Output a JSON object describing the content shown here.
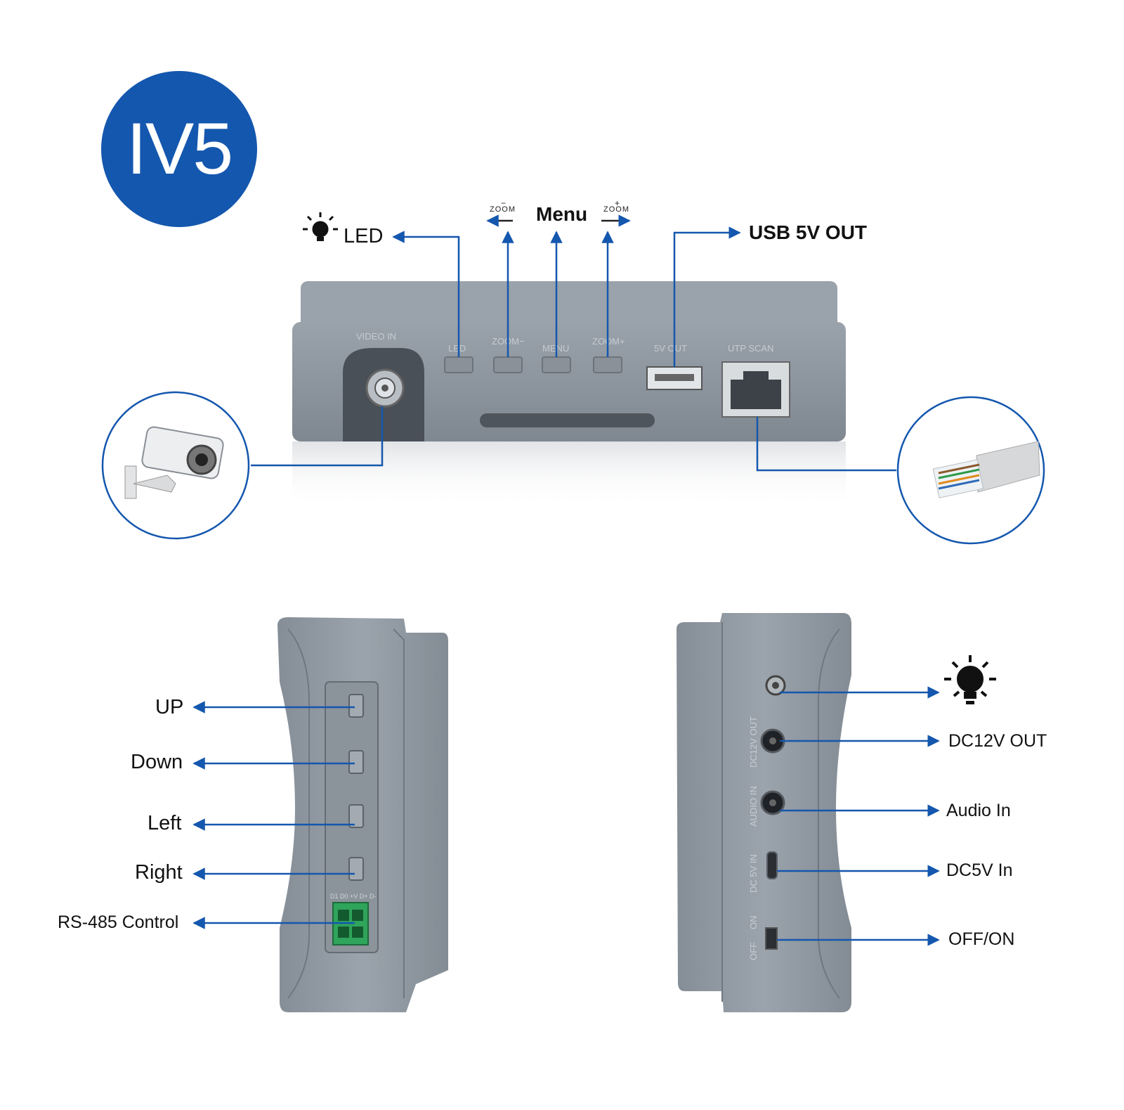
{
  "badge": {
    "text": "IV5"
  },
  "top_view": {
    "labels": {
      "led": "LED",
      "menu": "Menu",
      "zoom_minus": "ZOOM",
      "zoom_minus_sign": "−",
      "zoom_plus": "ZOOM",
      "zoom_plus_sign": "+",
      "usb": "USB 5V OUT"
    },
    "panel_print": {
      "video_in": "VIDEO IN",
      "led": "LED",
      "zoom_minus": "ZOOM−",
      "menu": "MENU",
      "zoom_plus": "ZOOM+",
      "five_v_out": "5V OUT",
      "utp_scan": "UTP SCAN"
    }
  },
  "left_side": {
    "labels": [
      "UP",
      "Down",
      "Left",
      "Right",
      "RS-485 Control"
    ],
    "terminal_print": "D1 D0 +V D+ D-"
  },
  "right_side": {
    "labels": [
      "DC12V OUT",
      "Audio In",
      "DC5V In",
      "OFF/ON"
    ],
    "panel_print": [
      "DC12V OUT",
      "AUDIO IN",
      "DC 5V IN",
      "ON",
      "OFF"
    ]
  },
  "icons": [
    "lightbulb-icon",
    "security-camera-icon",
    "rj45-cable-icon",
    "arrow-left-icon",
    "arrow-right-icon"
  ],
  "colors": {
    "accent": "#1457ae",
    "device": "#8e969f",
    "device_dark": "#6f7780",
    "text": "#111111"
  }
}
